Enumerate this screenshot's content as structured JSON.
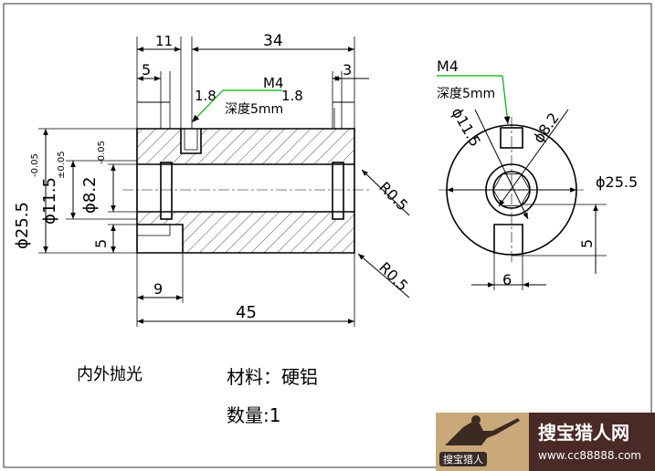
{
  "drawing": {
    "dims": {
      "d11": "11",
      "d34": "34",
      "d5top": "5",
      "d3": "3",
      "dM4": "M4",
      "d18a": "1.8",
      "d18b": "1.8",
      "depth": "深度5mm",
      "d255": "ϕ25.5",
      "d255tol": "-0.05",
      "d115": "ϕ11.5",
      "d115tol": "±0.05",
      "d82": "ϕ8.2",
      "d82tol": "-0.05",
      "d5side": "5",
      "r05a": "R0.5",
      "r05b": "R0.5",
      "d9": "9",
      "d45": "45"
    },
    "side": {
      "m4": "M4",
      "depth": "深度5mm",
      "d115": "ϕ11.5",
      "d82": "ϕ8.2",
      "d255": "ϕ25.5",
      "d5": "5",
      "d6": "6"
    }
  },
  "notes": {
    "polish": "内外抛光",
    "material": "材料：硬铝",
    "quantity": "数量:1"
  },
  "watermark": {
    "title": "搜宝猎人网",
    "url": "www.cc88888.com",
    "logo_text": "搜宝猎人"
  }
}
